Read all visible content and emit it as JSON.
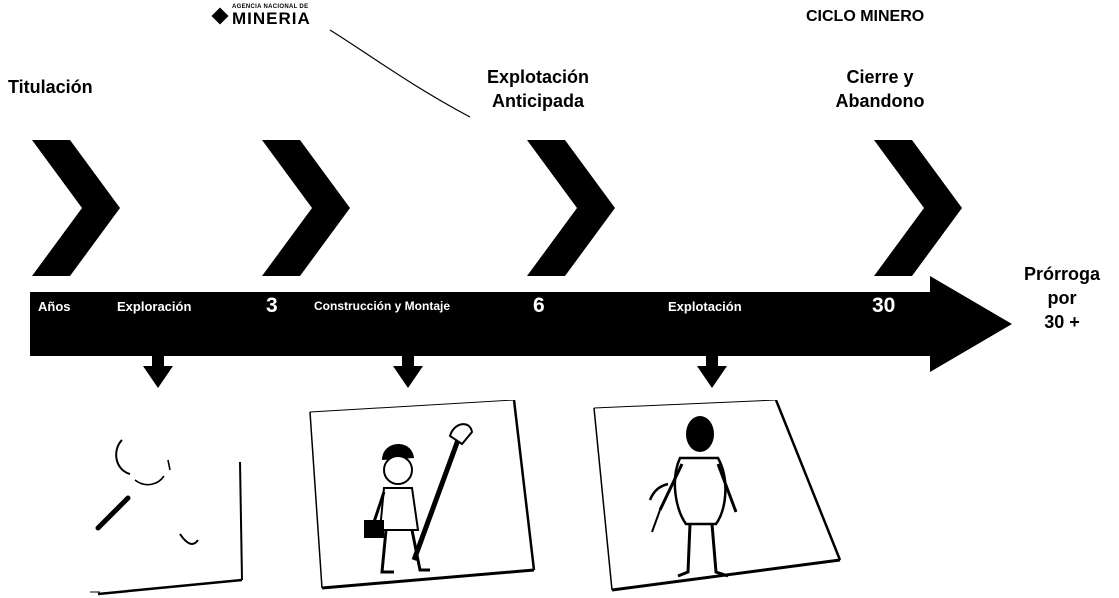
{
  "logo": {
    "agency": "Agencia Nacional de",
    "name": "MINERIA"
  },
  "header": {
    "title": "CICLO MINERO"
  },
  "stages": [
    {
      "lines": [
        "Titulación"
      ]
    },
    {
      "lines": [
        "Explotación",
        "Anticipada"
      ]
    },
    {
      "lines": [
        "Cierre y",
        "Abandono"
      ]
    }
  ],
  "timeline": {
    "labels": {
      "years": "Años",
      "exploration": "Exploración",
      "m3": "3",
      "construction": "Construcción y Montaje",
      "m6": "6",
      "exploitation": "Explotación",
      "m30": "30"
    },
    "extension": [
      "Prórroga",
      "por",
      "30 +"
    ]
  },
  "icons": [
    "magnifier-icon",
    "worker-with-wrench-icon",
    "miner-with-pickaxe-icon"
  ],
  "colors": {
    "bar": "#000000",
    "background": "#ffffff"
  }
}
